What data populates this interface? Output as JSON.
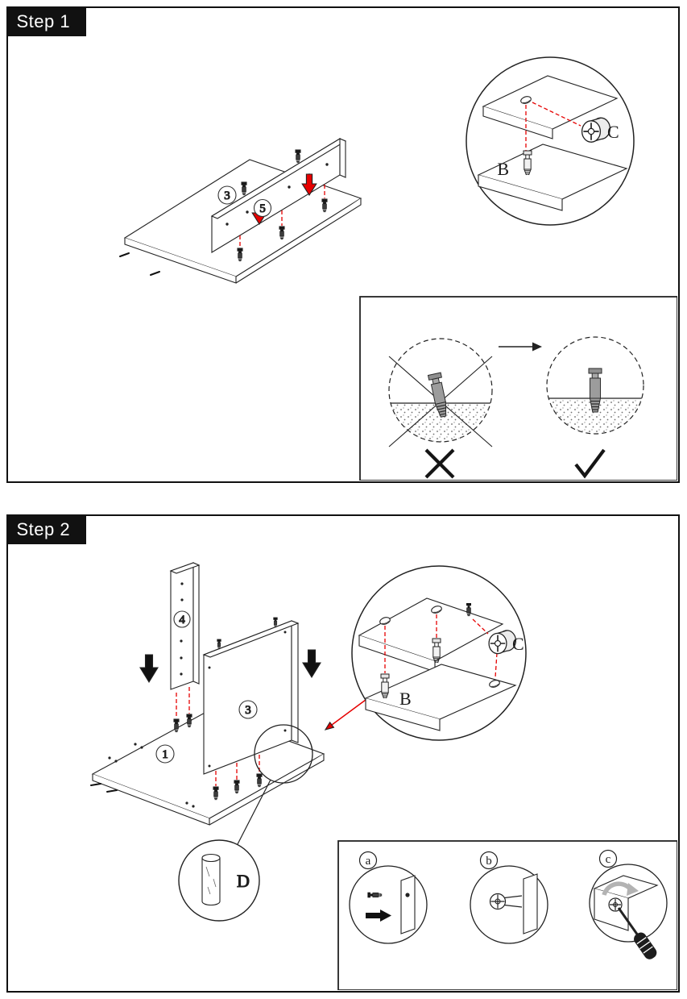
{
  "doc": {
    "kind": "furniture-assembly-instructions",
    "colors": {
      "ink": "#1a1a1a",
      "accent_red": "#e60000",
      "step_badge_bg": "#111111",
      "step_badge_fg": "#ffffff",
      "metal_gray": "#9c9c9c",
      "rotate_arrow_gray": "#b3b3b3"
    },
    "icons": {
      "wrong": "x-mark",
      "correct": "check-mark",
      "press_rail": "red-down-arrow",
      "press_panel": "black-down-arrow",
      "rotate_cam": "gray-clockwise-arrow",
      "transition": "right-arrow"
    }
  },
  "steps": [
    {
      "label": "Step 1",
      "parts": [
        {
          "id": "3",
          "name": "top-panel"
        },
        {
          "id": "5",
          "name": "rail"
        }
      ],
      "hardware": {
        "bolt": "B",
        "cam": "C"
      },
      "inset": {
        "wrong_symbol": "✗",
        "correct_symbol": "✓",
        "meaning": "screw cam bolt straight, not at an angle"
      }
    },
    {
      "label": "Step 2",
      "parts": [
        {
          "id": "1",
          "name": "base-panel"
        },
        {
          "id": "3",
          "name": "side-panel"
        },
        {
          "id": "4",
          "name": "rail"
        }
      ],
      "hardware": {
        "bolt": "B",
        "cam": "C",
        "dowel": "D"
      },
      "substeps": [
        {
          "label": "a"
        },
        {
          "label": "b"
        },
        {
          "label": "c"
        }
      ]
    }
  ]
}
